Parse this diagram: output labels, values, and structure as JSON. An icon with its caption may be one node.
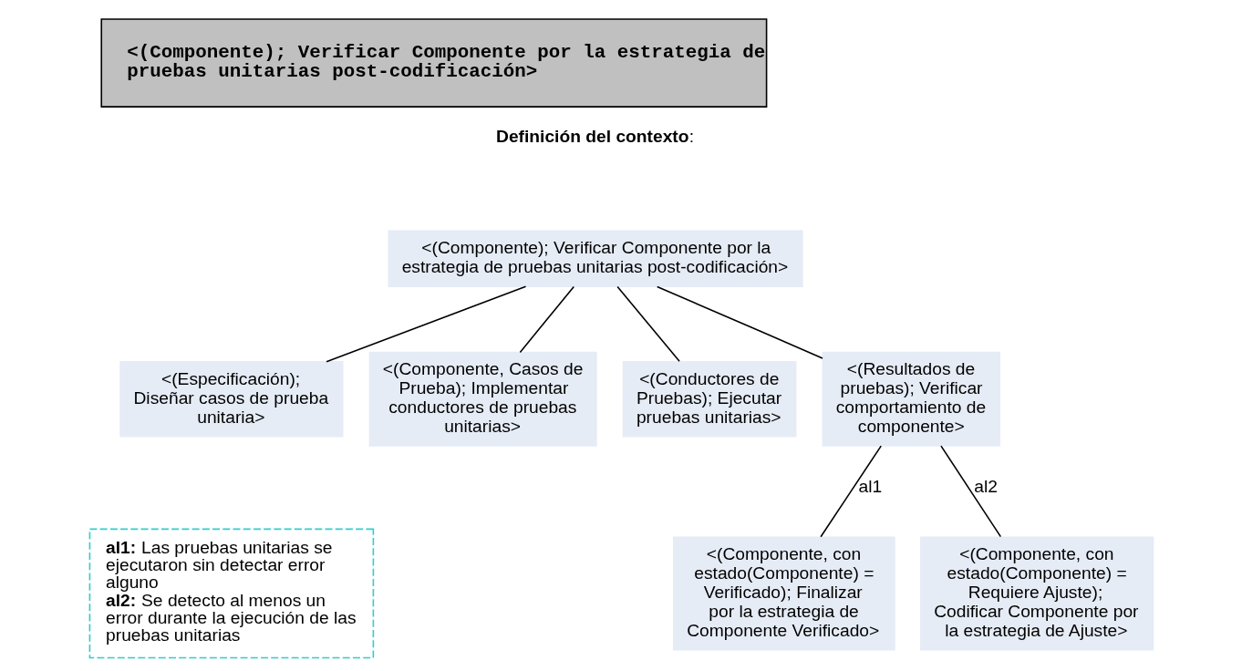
{
  "diagram": {
    "title": "<(Componente); Verificar Componente por la estrategia de pruebas unitarias post-codificación>",
    "nodes": [
      {
        "text": [
          "<(Componente); Verificar Componente por la estrategia de pruebas unitarias post-codificación>"
        ]
      },
      {
        "text": [
          "<(Especificación); Diseñar casos de prueba unitaria>"
        ]
      },
      {
        "text": [
          "<(Componente, Casos de Prueba); Implementar conductores de pruebas unitarias>"
        ]
      },
      {
        "text": [
          "<(Conductores de Pruebas); Ejecutar pruebas unitarias>"
        ]
      },
      {
        "text": [
          "<(Resultados de pruebas); Verificar comportamiento de componente>"
        ]
      },
      {
        "text": [
          "<(Componente, con estado(Componente) = Verificado); Finalizar por la estrategia de Componente Verificado>"
        ]
      },
      {
        "text": [
          "<(Componente, con estado(Componente) = Requiere Ajuste); Codificar Componente por la estrategia de Ajuste>"
        ]
      },
      {
        "text": [
          "**al1:** Las pruebas unitarias se ejecutaron sin detectar error alguno",
          "**al2:** Se detecto al menos un error durante la ejecución de las pruebas unitarias"
        ]
      }
    ],
    "edges": [
      {
        "from": 0,
        "to": 1,
        "arrow": "none"
      },
      {
        "from": 0,
        "to": 2,
        "arrow": "none"
      },
      {
        "from": 0,
        "to": 3,
        "arrow": "none"
      },
      {
        "from": 0,
        "to": 4,
        "arrow": "none"
      },
      {
        "from": 4,
        "to": 5,
        "arrow": "none",
        "label": "al1"
      },
      {
        "from": 4,
        "to": 6,
        "arrow": "none",
        "label": "al2"
      }
    ],
    "labels": [
      "**Definición del contexto**:"
    ]
  }
}
